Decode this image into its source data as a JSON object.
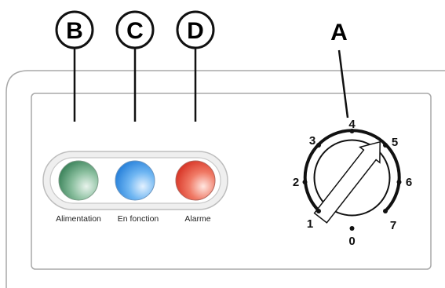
{
  "callouts": {
    "b": "B",
    "c": "C",
    "d": "D",
    "a": "A"
  },
  "indicator_lights": [
    {
      "label": "Alimentation",
      "color": "#3f8a5f"
    },
    {
      "label": "En fonction",
      "color": "#2f8fe0"
    },
    {
      "label": "Alarme",
      "color": "#e0392a"
    }
  ],
  "dial": {
    "scale": [
      "0",
      "1",
      "2",
      "3",
      "4",
      "5",
      "6",
      "7"
    ]
  }
}
